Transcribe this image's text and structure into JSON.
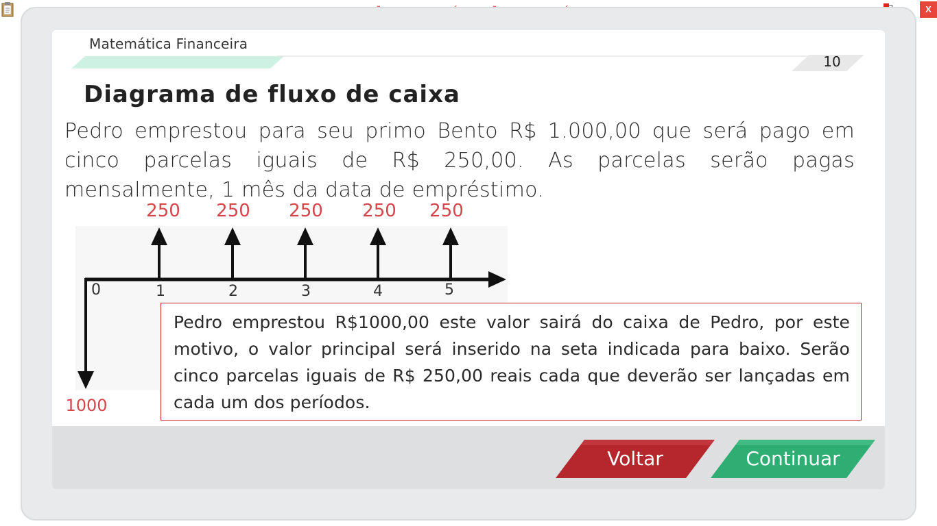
{
  "top_bar": {
    "watermark": "VERSÃO PARA FUNCIONÁRIOS - NÃO COMERCIALIZÁVEL",
    "close_label": "X",
    "left_icon": "clipboard-icon",
    "right_icon": "network-status-icon"
  },
  "header": {
    "module_title": "Matemática Financeira",
    "page_number": "10"
  },
  "content": {
    "title": "Diagrama de fluxo de caixa",
    "intro": "Pedro emprestou para seu primo Bento R$ 1.000,00 que será pago em cinco parcelas iguais de R$ 250,00. As parcelas serão pagas mensalmente, 1 mês da data de empréstimo.",
    "note": "Pedro emprestou R$1000,00 este valor sairá do caixa de Pedro, por este motivo, o valor principal será inserido na seta indicada para baixo. Serão cinco parcelas iguais de R$ 250,00 reais cada que deverão ser lançadas em cada um dos períodos."
  },
  "diagram": {
    "periods": [
      "0",
      "1",
      "2",
      "3",
      "4",
      "5"
    ],
    "inflows": [
      "250",
      "250",
      "250",
      "250",
      "250"
    ],
    "outflow": "1000"
  },
  "footer": {
    "back_label": "Voltar",
    "continue_label": "Continuar"
  },
  "colors": {
    "accent_red": "#c9222c",
    "back_button": "#b5272d",
    "continue_button": "#2fae74",
    "value_label": "#d6454b",
    "header_stripe": "#c8efe0"
  }
}
